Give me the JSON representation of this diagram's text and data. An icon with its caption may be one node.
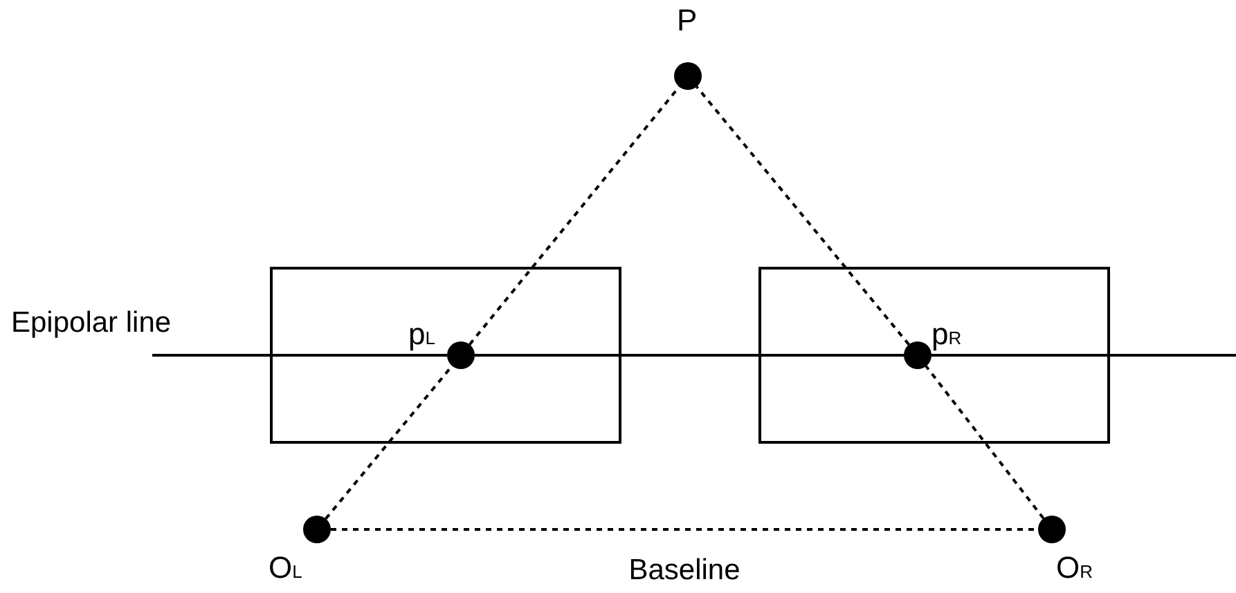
{
  "diagram": {
    "nodes": [
      {
        "text": [
          "P"
        ]
      },
      {
        "text": [],
        "shape": "box"
      },
      {
        "text": [
          "p$_{L}$"
        ],
        "in": 1
      },
      {
        "text": [],
        "shape": "box"
      },
      {
        "text": [
          "p$_{R}$"
        ],
        "in": 3
      },
      {
        "text": [
          "O$_{L}$"
        ]
      },
      {
        "text": [
          "O$_{R}$"
        ]
      }
    ],
    "edges": [
      {
        "from": 5,
        "to": 2,
        "arrow": "none",
        "style": "dashed"
      },
      {
        "from": 2,
        "to": 0,
        "arrow": "none",
        "style": "dashed"
      },
      {
        "from": 6,
        "to": 4,
        "arrow": "none",
        "style": "dashed"
      },
      {
        "from": 4,
        "to": 0,
        "arrow": "none",
        "style": "dashed"
      },
      {
        "from": 5,
        "to": 6,
        "arrow": "none",
        "style": "dashed",
        "label": "Baseline"
      },
      {
        "from": 2,
        "to": 4,
        "arrow": "none"
      }
    ],
    "labels": [
      "Epipolar line"
    ]
  }
}
